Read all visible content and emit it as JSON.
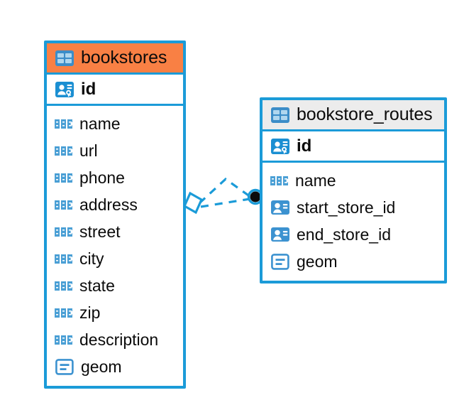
{
  "diagram": {
    "type": "entity-relationship-diagram",
    "background_color": "#FFFFFF",
    "accent_color": "#1B9BD8",
    "highlight_color": "#F98044",
    "neutral_header_color": "#ECECEC"
  },
  "tables": [
    {
      "name": "bookstores",
      "header_style": "accent",
      "table_icon": "table-icon",
      "primary_key": {
        "label": "id",
        "icon": "primary-key-icon"
      },
      "fields": [
        {
          "label": "name",
          "icon": "text-type-icon"
        },
        {
          "label": "url",
          "icon": "text-type-icon"
        },
        {
          "label": "phone",
          "icon": "text-type-icon"
        },
        {
          "label": "address",
          "icon": "text-type-icon"
        },
        {
          "label": "street",
          "icon": "text-type-icon"
        },
        {
          "label": "city",
          "icon": "text-type-icon"
        },
        {
          "label": "state",
          "icon": "text-type-icon"
        },
        {
          "label": "zip",
          "icon": "text-type-icon"
        },
        {
          "label": "description",
          "icon": "text-type-icon"
        },
        {
          "label": "geom",
          "icon": "geometry-type-icon"
        }
      ]
    },
    {
      "name": "bookstore_routes",
      "header_style": "neutral",
      "table_icon": "table-icon",
      "primary_key": {
        "label": "id",
        "icon": "primary-key-icon"
      },
      "fields": [
        {
          "label": "name",
          "icon": "text-type-icon"
        },
        {
          "label": "start_store_id",
          "icon": "foreign-key-icon"
        },
        {
          "label": "end_store_id",
          "icon": "foreign-key-icon"
        },
        {
          "label": "geom",
          "icon": "geometry-type-icon"
        }
      ]
    }
  ],
  "relationships": [
    {
      "from_table": "bookstore_routes",
      "to_table": "bookstores",
      "source_marker": "filled-circle",
      "target_marker": "open-diamond",
      "line_style": "dashed",
      "color": "#1B9BD8"
    },
    {
      "from_table": "bookstore_routes",
      "to_table": "bookstores",
      "source_marker": "filled-circle",
      "target_marker": "open-diamond",
      "line_style": "dashed",
      "color": "#1B9BD8"
    }
  ]
}
